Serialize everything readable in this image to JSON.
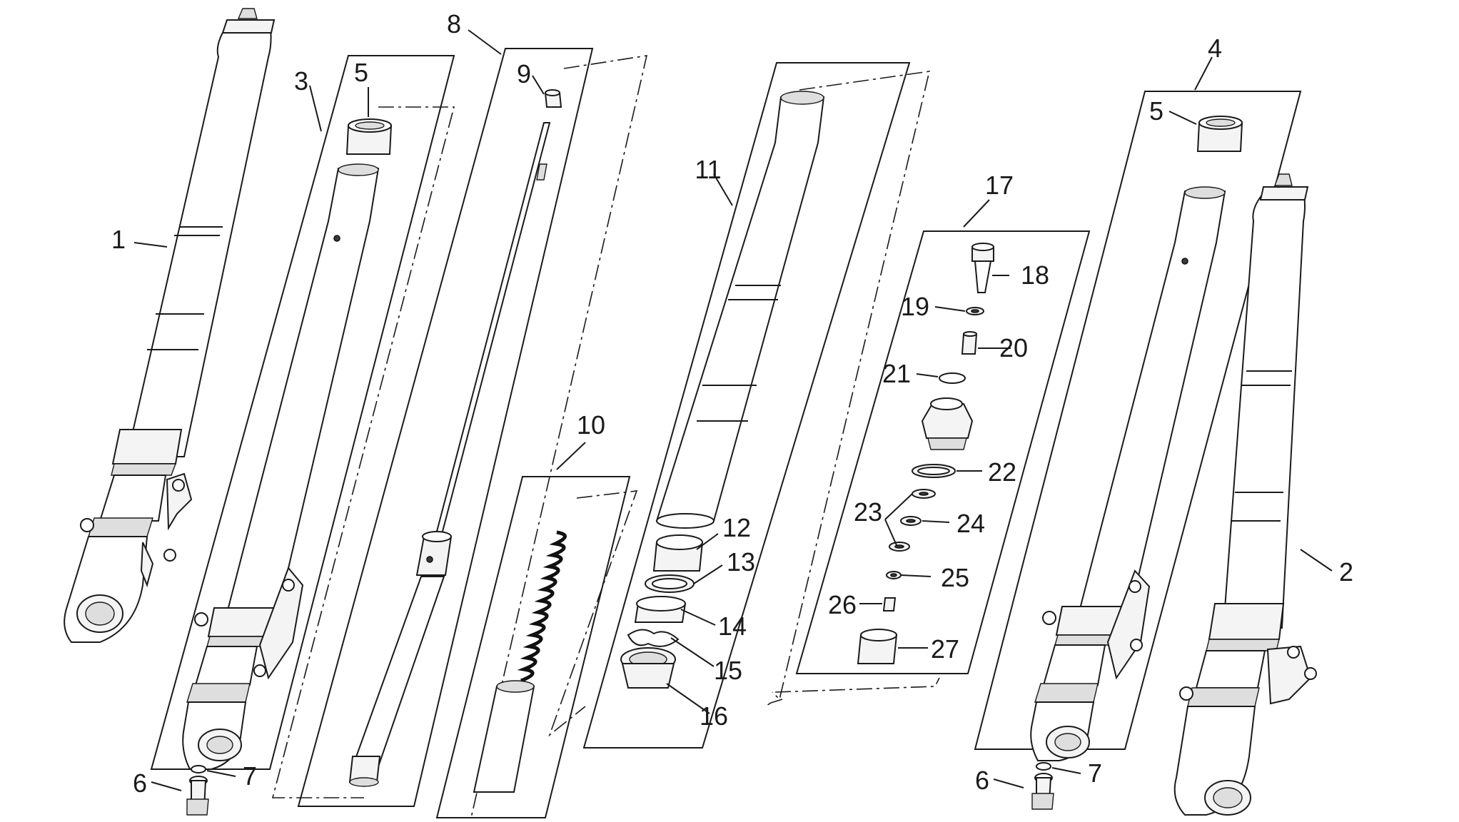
{
  "callouts": [
    {
      "id": "c1",
      "text": "1"
    },
    {
      "id": "c2",
      "text": "2"
    },
    {
      "id": "c3",
      "text": "3"
    },
    {
      "id": "c4",
      "text": "4"
    },
    {
      "id": "c5a",
      "text": "5"
    },
    {
      "id": "c5b",
      "text": "5"
    },
    {
      "id": "c6a",
      "text": "6"
    },
    {
      "id": "c6b",
      "text": "6"
    },
    {
      "id": "c7a",
      "text": "7"
    },
    {
      "id": "c7b",
      "text": "7"
    },
    {
      "id": "c8",
      "text": "8"
    },
    {
      "id": "c9",
      "text": "9"
    },
    {
      "id": "c10",
      "text": "10"
    },
    {
      "id": "c11",
      "text": "11"
    },
    {
      "id": "c12",
      "text": "12"
    },
    {
      "id": "c13",
      "text": "13"
    },
    {
      "id": "c14",
      "text": "14"
    },
    {
      "id": "c15",
      "text": "15"
    },
    {
      "id": "c16",
      "text": "16"
    },
    {
      "id": "c17",
      "text": "17"
    },
    {
      "id": "c18",
      "text": "18"
    },
    {
      "id": "c19",
      "text": "19"
    },
    {
      "id": "c20",
      "text": "20"
    },
    {
      "id": "c21",
      "text": "21"
    },
    {
      "id": "c22",
      "text": "22"
    },
    {
      "id": "c23",
      "text": "23"
    },
    {
      "id": "c24",
      "text": "24"
    },
    {
      "id": "c25",
      "text": "25"
    },
    {
      "id": "c26",
      "text": "26"
    },
    {
      "id": "c27",
      "text": "27"
    }
  ]
}
